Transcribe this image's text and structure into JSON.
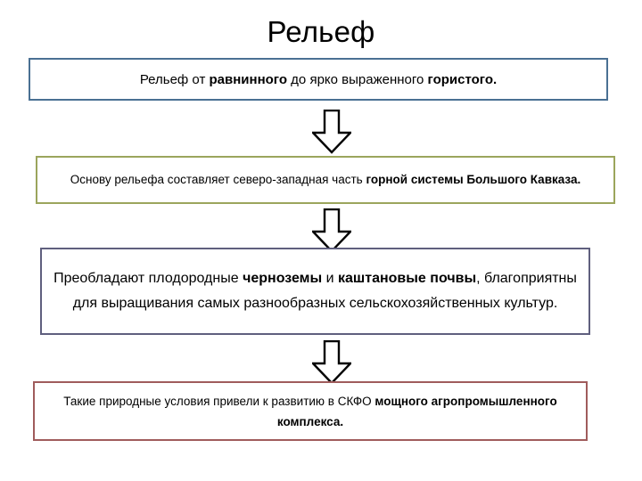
{
  "slide": {
    "title": "Рельеф",
    "background_color": "#ffffff"
  },
  "boxes": [
    {
      "id": "box-1",
      "border_color": "#4A7093",
      "text_plain": "Рельеф от равнинного до ярко выраженного гористого.",
      "segments": [
        {
          "text": "Рельеф от ",
          "bold": false
        },
        {
          "text": "равнинного",
          "bold": true
        },
        {
          "text": " до ярко выраженного ",
          "bold": false
        },
        {
          "text": "гористого.",
          "bold": true
        }
      ]
    },
    {
      "id": "box-2",
      "border_color": "#9BA55C",
      "text_plain": "Основу рельефа составляет северо-западная часть горной системы Большого Кавказа.",
      "segments": [
        {
          "text": "Основу рельефа составляет северо-западная часть ",
          "bold": false
        },
        {
          "text": "горной системы Большого Кавказа.",
          "bold": true
        }
      ]
    },
    {
      "id": "box-3",
      "border_color": "#5F5F7E",
      "text_plain": "Преобладают плодородные черноземы и каштановые почвы, благоприятны для выращивания самых разнообразных сельскохозяйственных культур.",
      "segments": [
        {
          "text": "Преобладают плодородные ",
          "bold": false
        },
        {
          "text": "черноземы",
          "bold": true
        },
        {
          "text": " и ",
          "bold": false
        },
        {
          "text": "каштановые почвы",
          "bold": true
        },
        {
          "text": ", благоприятны для выращивания самых разнообразных сельскохозяйственных культур.",
          "bold": false
        }
      ]
    },
    {
      "id": "box-4",
      "border_color": "#A05C5C",
      "text_plain": "Такие природные условия привели к развитию в СКФО мощного агропромышленного комплекса.",
      "segments": [
        {
          "text": "Такие природные условия привели к развитию в СКФО ",
          "bold": false
        },
        {
          "text": "мощного агропромышленного комплекса.",
          "bold": true
        }
      ]
    }
  ],
  "arrows": [
    {
      "id": "arrow-1",
      "direction": "down",
      "from": "box-1",
      "to": "box-2",
      "color": "#000000"
    },
    {
      "id": "arrow-2",
      "direction": "down",
      "from": "box-2",
      "to": "box-3",
      "color": "#000000"
    },
    {
      "id": "arrow-3",
      "direction": "down",
      "from": "box-3",
      "to": "box-4",
      "color": "#000000"
    }
  ]
}
